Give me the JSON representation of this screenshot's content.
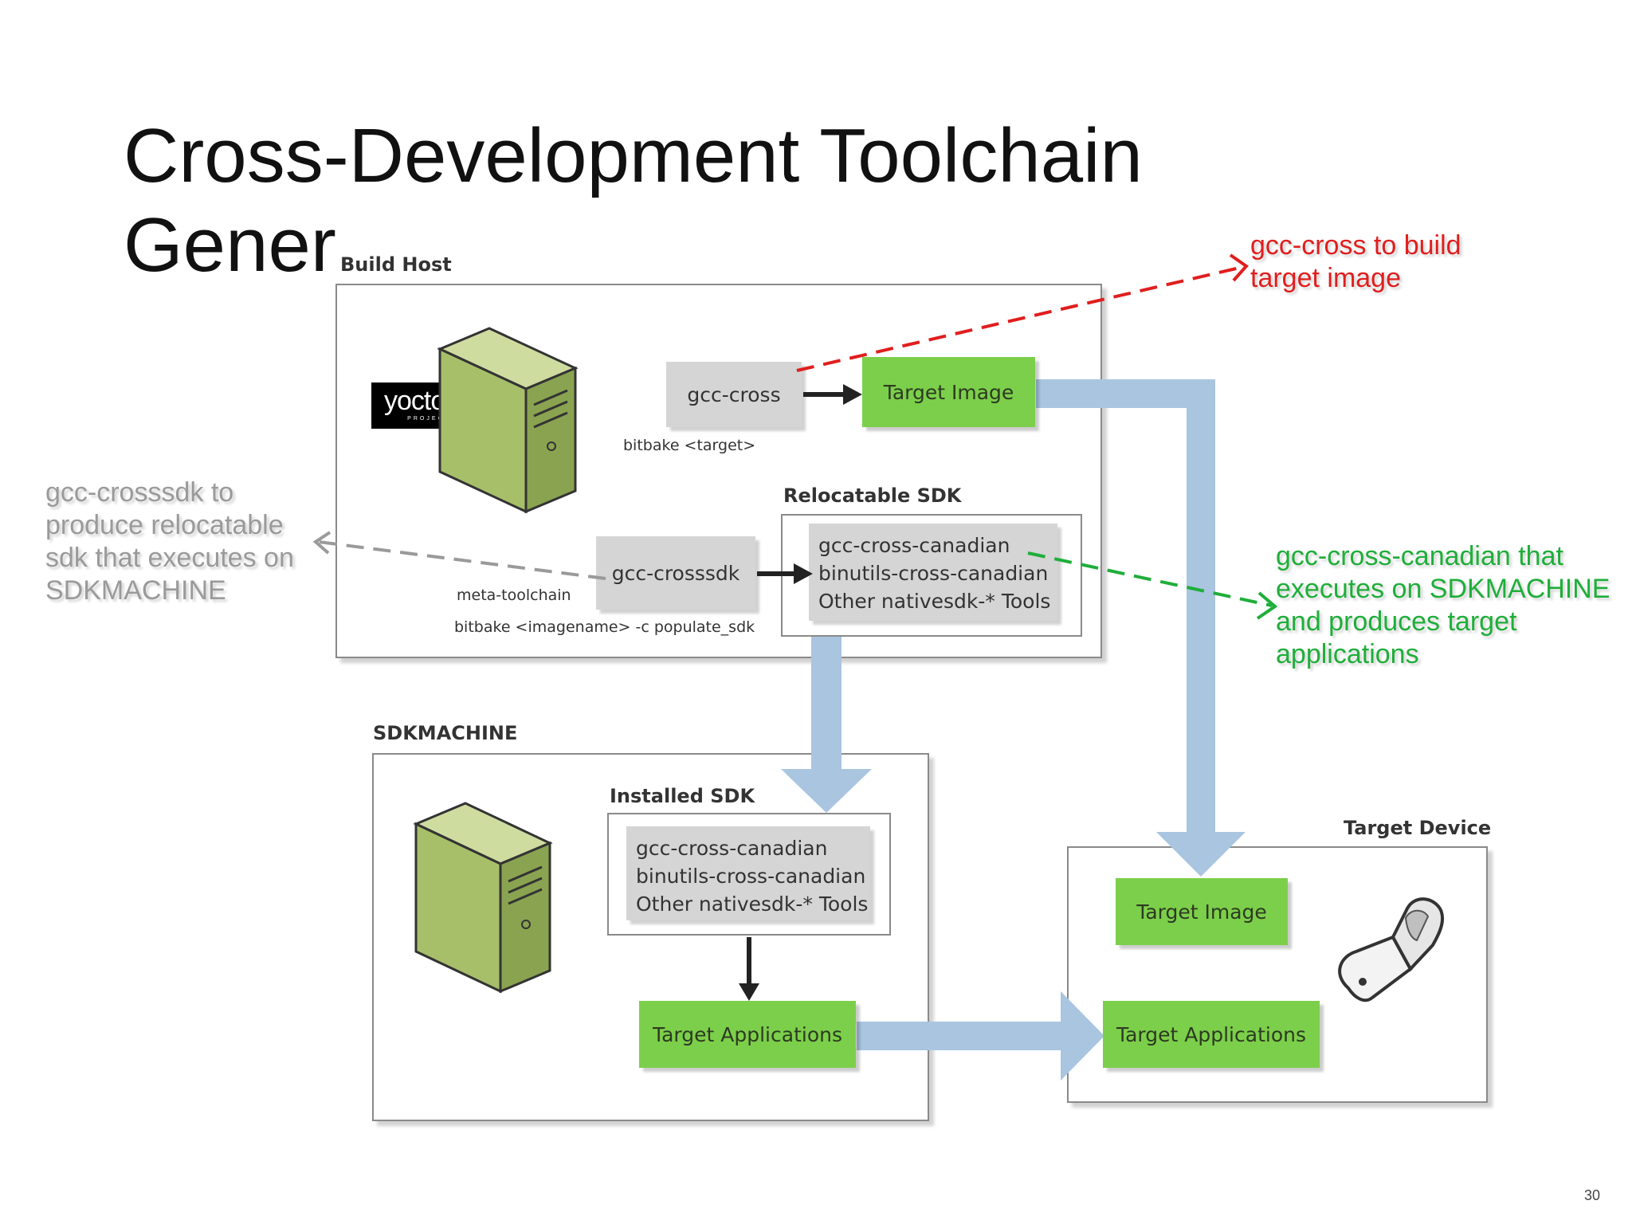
{
  "slide": {
    "title_line1": "Cross-Development Toolchain",
    "title_line2": "Gener",
    "page_number": "30"
  },
  "diagram": {
    "build_host": {
      "label": "Build Host",
      "logo_text": "yocto",
      "logo_tagline": "PROJECT",
      "gcc_cross": "gcc-cross",
      "target_image": "Target Image",
      "bitbake_target": "bitbake <target>",
      "gcc_crosssdk": "gcc-crosssdk",
      "meta_toolchain": "meta-toolchain",
      "bitbake_populate": "bitbake <imagename> -c populate_sdk"
    },
    "relocatable_sdk": {
      "label": "Relocatable SDK",
      "items": [
        "gcc-cross-canadian",
        "binutils-cross-canadian",
        "Other nativesdk-* Tools"
      ]
    },
    "sdkmachine": {
      "label": "SDKMACHINE",
      "installed_sdk_label": "Installed SDK",
      "items": [
        "gcc-cross-canadian",
        "binutils-cross-canadian",
        "Other nativesdk-* Tools"
      ],
      "target_applications": "Target Applications"
    },
    "target_device": {
      "label": "Target Device",
      "target_image": "Target Image",
      "target_applications": "Target Applications"
    }
  },
  "annotations": {
    "gcc_cross": [
      "gcc-cross to build",
      "target image"
    ],
    "gcc_crosssdk": [
      "gcc-crosssdk to",
      "produce relocatable",
      "sdk that executes on",
      "SDKMACHINE"
    ],
    "gcc_cross_canadian": [
      "gcc-cross-canadian that",
      "executes on SDKMACHINE",
      "and produces target",
      "applications"
    ]
  },
  "colors": {
    "flow_arrow": "#a9c5e0",
    "green_box": "#7ccf4a",
    "gray_box": "#d5d5d5",
    "server_body": "#a8bf6a",
    "annotation_red": "#e01e1e",
    "annotation_gray": "#9a9a9a",
    "annotation_green": "#1fae3a"
  }
}
